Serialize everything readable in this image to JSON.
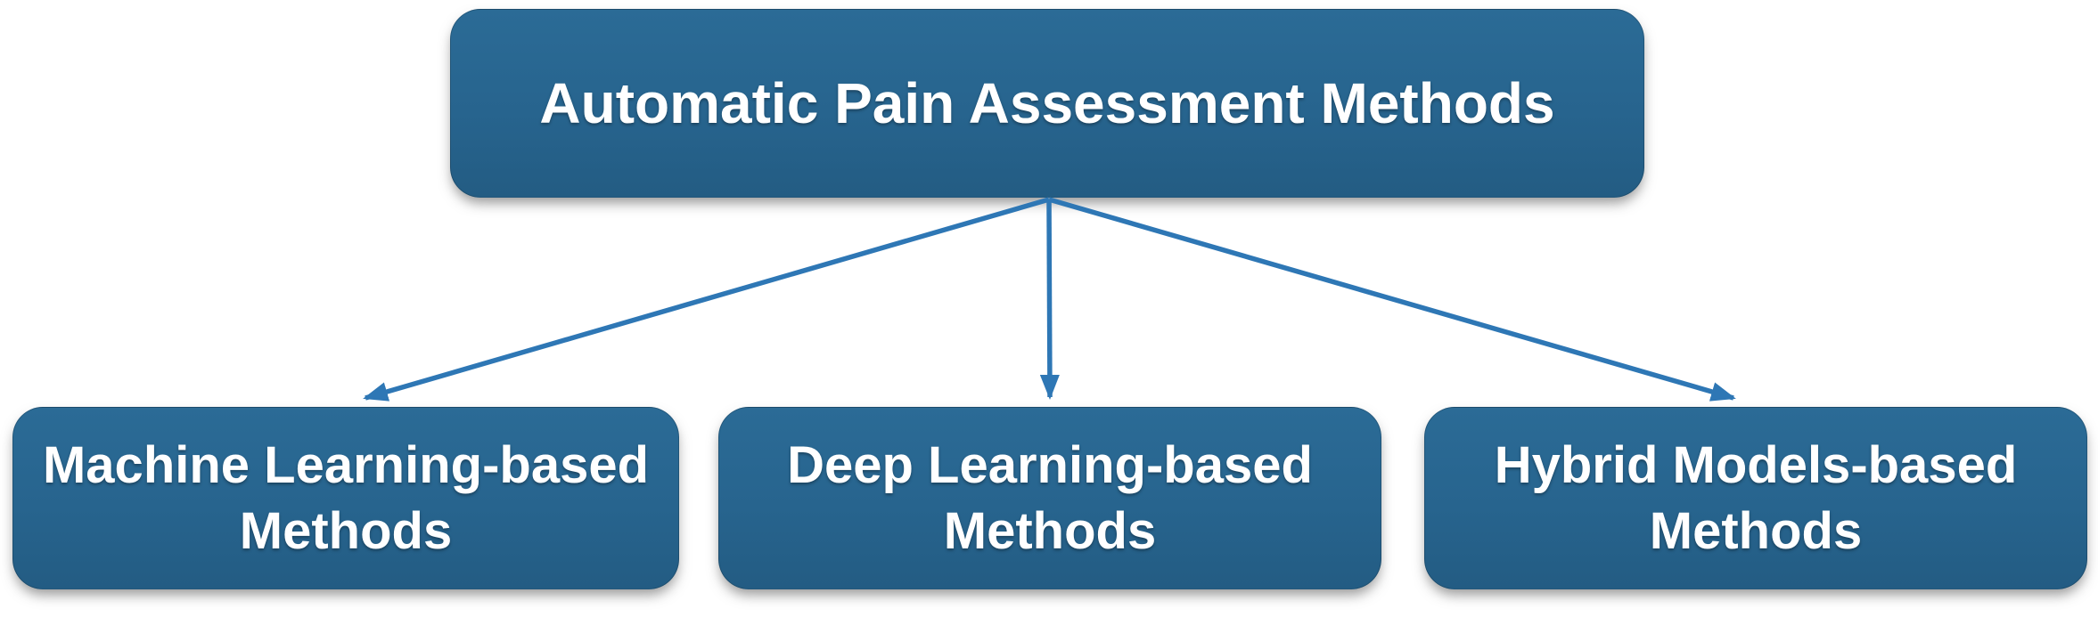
{
  "diagram": {
    "root": {
      "id": "root",
      "label": "Automatic Pain Assessment Methods"
    },
    "children": [
      {
        "id": "ml",
        "label": "Machine Learning-based\nMethods"
      },
      {
        "id": "dl",
        "label": "Deep Learning-based\nMethods"
      },
      {
        "id": "hybrid",
        "label": "Hybrid Models-based\nMethods"
      }
    ],
    "edges": [
      {
        "from": "root",
        "to": "ml"
      },
      {
        "from": "root",
        "to": "dl"
      },
      {
        "from": "root",
        "to": "hybrid"
      }
    ],
    "colors": {
      "node_fill": "#27648E",
      "node_fill_light": "#2B6B96",
      "node_fill_dark": "#235C83",
      "node_text": "#FFFFFF",
      "arrow": "#2E77B5"
    }
  }
}
